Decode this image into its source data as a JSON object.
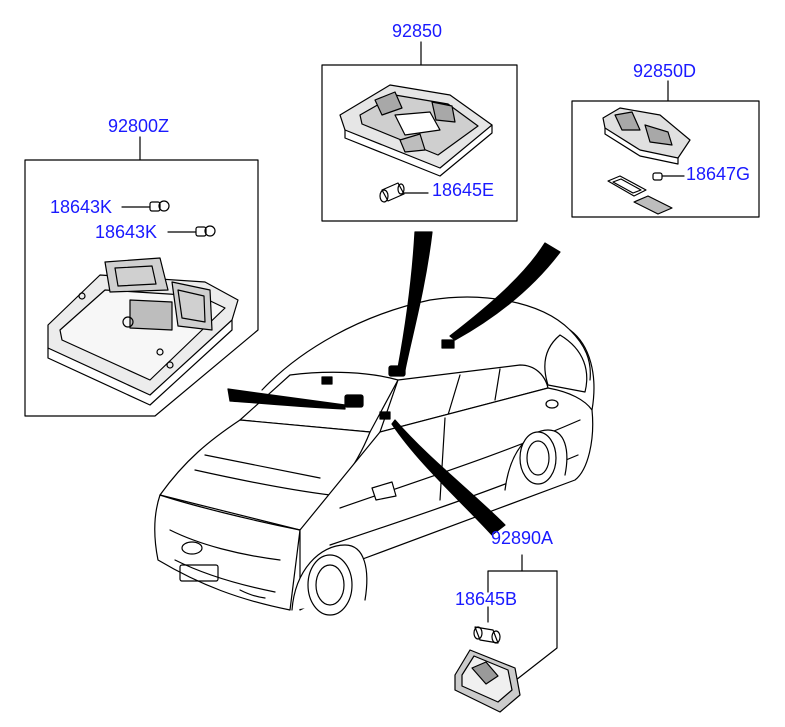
{
  "labels": {
    "assy_92800Z": "92800Z",
    "assy_92850": "92850",
    "assy_92850D": "92850D",
    "assy_92890A": "92890A",
    "bulb_18643K_a": "18643K",
    "bulb_18643K_b": "18643K",
    "bulb_18645E": "18645E",
    "bulb_18647G": "18647G",
    "bulb_18645B": "18645B"
  },
  "colors": {
    "label": "#1a1aff",
    "line": "#000000",
    "part_fill": "#d9d9d9",
    "background": "#ffffff"
  }
}
